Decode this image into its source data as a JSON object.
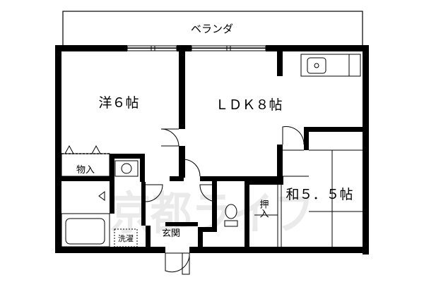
{
  "floorplan": {
    "labels": {
      "veranda": "ベランダ",
      "western_room": "洋６帖",
      "ldk": "ＬＤＫ８帖",
      "japanese_room": "和５．５帖",
      "storage": "物入",
      "closet": "押入",
      "laundry": "洗濯",
      "entrance": "玄関"
    },
    "watermark": "京都ライフ"
  }
}
